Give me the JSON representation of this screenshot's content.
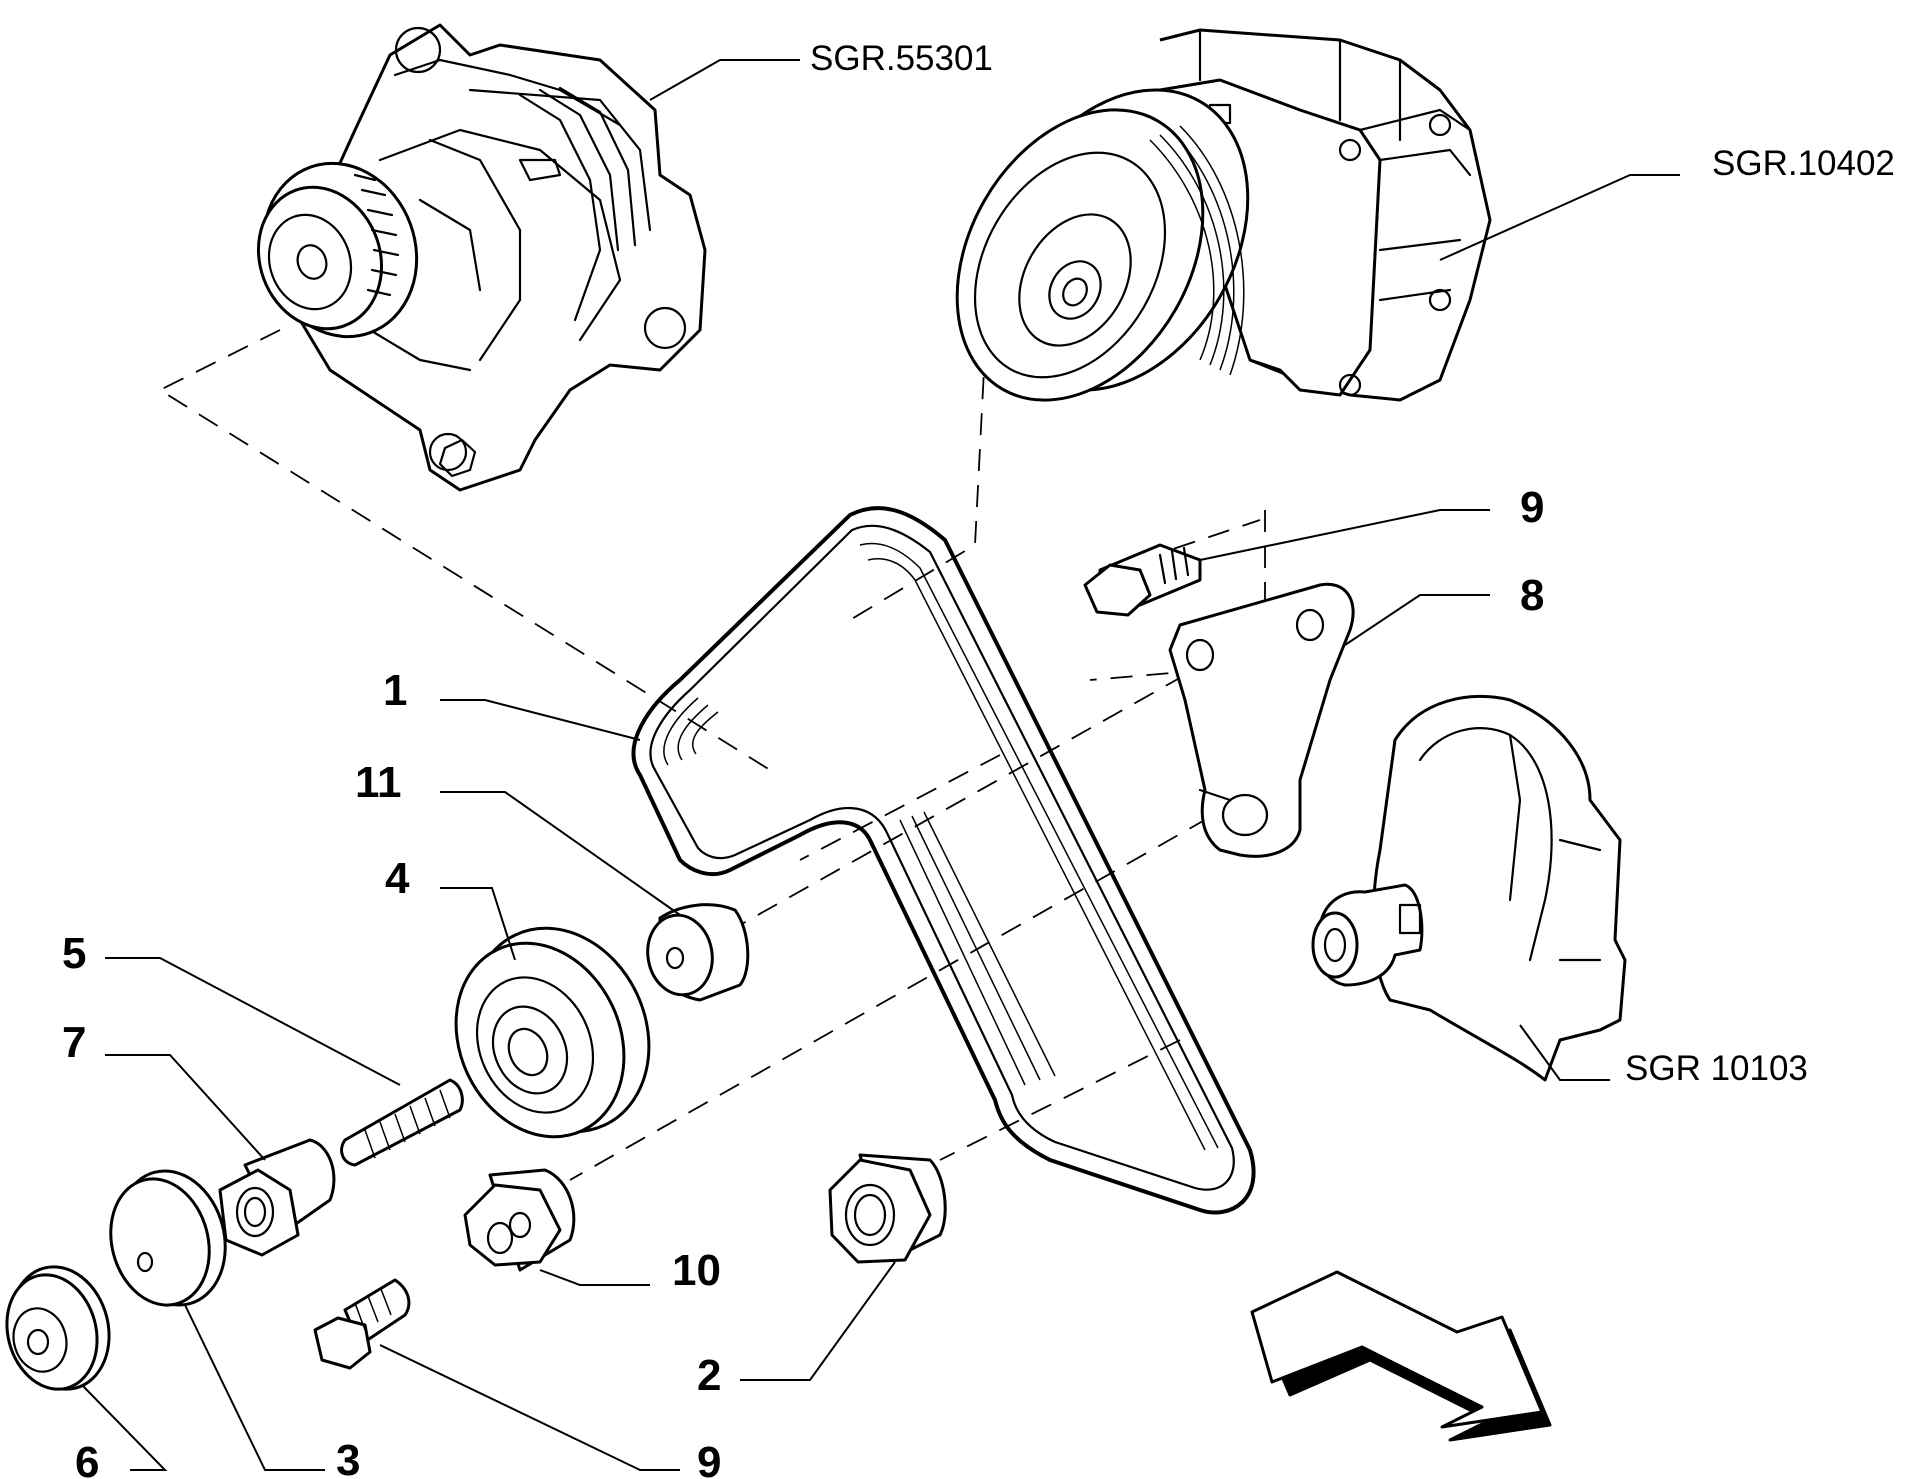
{
  "references": {
    "alternator": "SGR.55301",
    "water_pump": "SGR.10402",
    "crankshaft": "SGR 10103"
  },
  "callouts": {
    "c1": "1",
    "c11": "11",
    "c4": "4",
    "c5": "5",
    "c7": "7",
    "c6": "6",
    "c3": "3",
    "c9_bottom": "9",
    "c10": "10",
    "c2": "2",
    "c9_top": "9",
    "c8": "8"
  }
}
